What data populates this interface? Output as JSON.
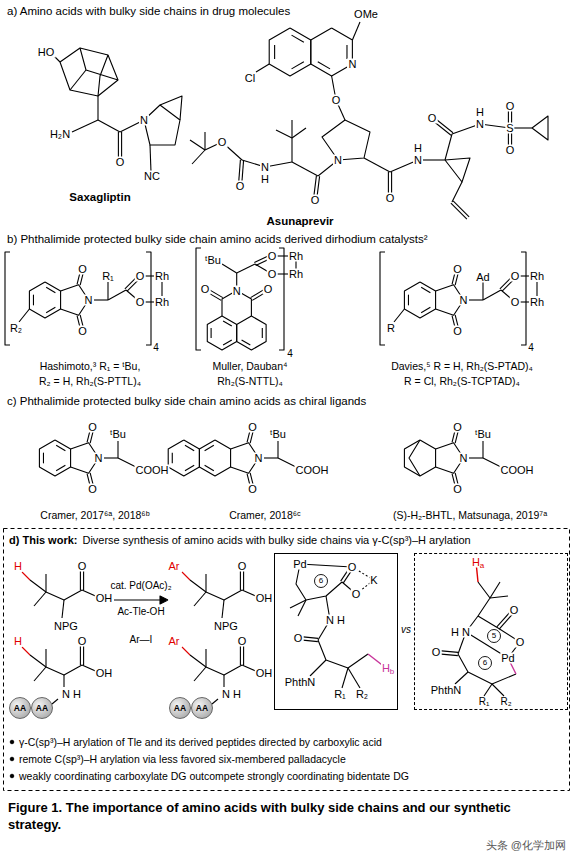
{
  "diagram": {
    "caption": "Figure 1. The importance of amino acids with bulky side chains and our synthetic strategy.",
    "nodes": [
      {
        "text": [
          "Pd",
          "6",
          "O",
          "O",
          "K",
          "N",
          "H",
          "O",
          "PhthN",
          "R₁",
          "R₂",
          "H",
          "b"
        ]
      },
      {
        "text": [
          "H",
          "a",
          "N",
          "H",
          "O",
          "O",
          "Pd",
          "5",
          "6",
          "O",
          "PhthN",
          "R₁",
          "R₂"
        ]
      },
      {
        "text": [
          "AA"
        ]
      },
      {
        "text": [
          "AA"
        ]
      },
      {
        "text": [
          "AA"
        ]
      },
      {
        "text": [
          "AA"
        ]
      }
    ],
    "labels": [
      "a) Amino acids with bulky side chains in drug molecules",
      "HO",
      "H₂N",
      "O",
      "N",
      "NC",
      "Saxagliptin",
      "OMe",
      "Cl",
      "N",
      "O",
      "O",
      "O",
      "N",
      "H",
      "O",
      "N",
      "O",
      "N",
      "H",
      "O",
      "N",
      "H",
      "S",
      "O",
      "O",
      "Asunaprevir",
      "b) Phthalimide protected bulky side chain amino acids derived dirhodium catalysts²",
      "R₁",
      "R₂",
      "O",
      "O",
      "N",
      "O",
      "O",
      "Rh",
      "Rh",
      "4",
      "ᵗBu",
      "O",
      "O",
      "N",
      "O",
      "O",
      "Rh",
      "Rh",
      "4",
      "Ad",
      "R",
      "O",
      "O",
      "N",
      "O",
      "O",
      "Rh",
      "Rh",
      "4",
      "Hashimoto,³ R₁ = ᵗBu,",
      "R₂ = H, Rh₂(S-PTTL)₄",
      "Muller, Dauban⁴",
      "Rh₂(S-NTTL)₄",
      "Davies,⁵ R = H, Rh₂(S-PTAD)₄",
      "R = Cl, Rh₂(S-TCPTAD)₄",
      "c) Phthalimide protected bulky side chain amino acids as chiral ligands",
      "O",
      "O",
      "N",
      "ᵗBu",
      "COOH",
      "Cramer, 2017⁶ᵃ, 2018⁶ᵇ",
      "O",
      "O",
      "N",
      "ᵗBu",
      "COOH",
      "Cramer, 2018⁶ᶜ",
      "O",
      "O",
      "N",
      "ᵗBu",
      "COOH",
      "(S)-H₂-BHTL, Matsunaga, 2019⁷ᵃ",
      "d) This work:",
      "Diverse synthesis of amino acids with bulky side chains via γ-C(sp³)–H arylation",
      "H",
      "O",
      "OH",
      "NPG",
      "cat. Pd(OAc)₂",
      "Ac-Tle-OH",
      "Ar—I",
      "Ar",
      "O",
      "OH",
      "NPG",
      "H",
      "O",
      "OH",
      "N",
      "H",
      "Ar",
      "O",
      "OH",
      "N",
      "H",
      "vs",
      "γ-C(sp³)–H arylation of Tle and its derived peptides directed by carboxylic acid",
      "remote C(sp³)–H arylation via less favored six-membered palladacycle",
      "weakly coordinating carboxylate DG outcompete strongly coordinating bidentate DG",
      "头条 @化学加网"
    ]
  }
}
